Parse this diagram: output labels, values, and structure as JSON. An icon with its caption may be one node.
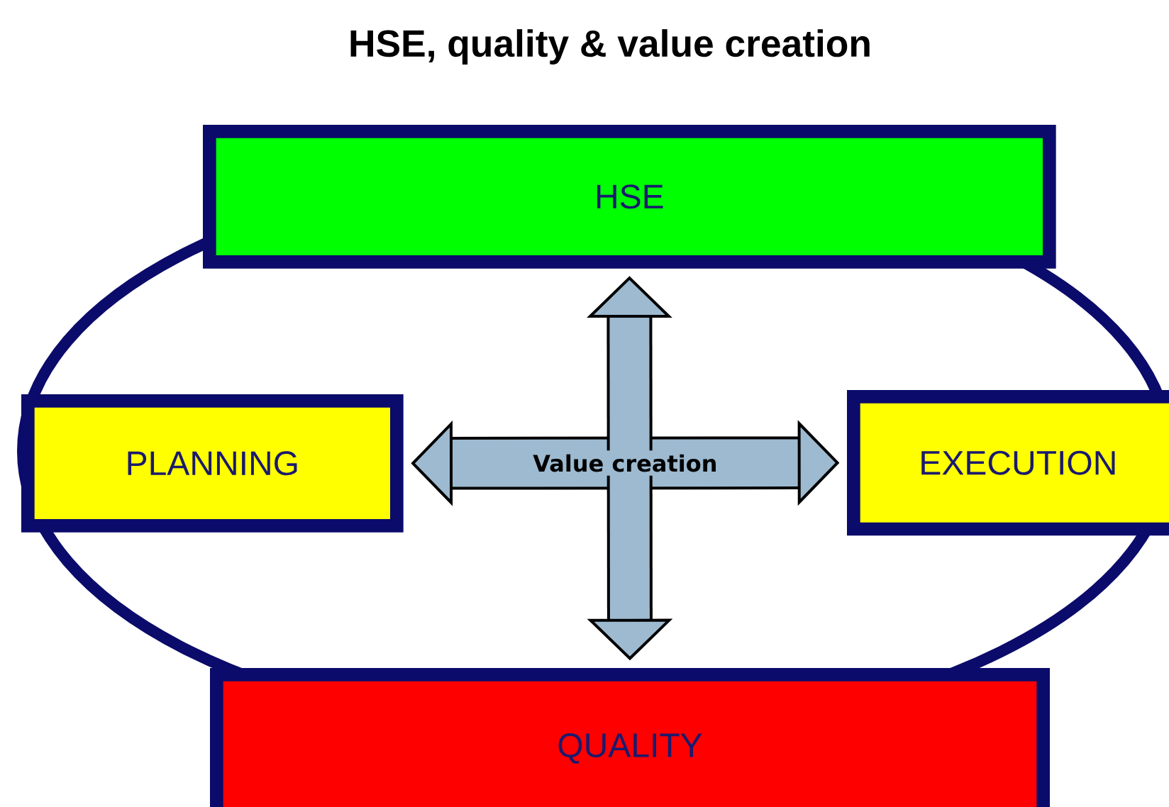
{
  "diagram": {
    "title": "HSE, quality & value creation",
    "nodes": [
      {
        "text": [
          "HSE"
        ]
      },
      {
        "text": [
          "PLANNING"
        ]
      },
      {
        "text": [
          "EXECUTION"
        ]
      },
      {
        "text": [
          "QUALITY"
        ]
      }
    ],
    "edges": [
      {
        "from": 1,
        "to": 2,
        "arrow": "both",
        "label": "Value creation"
      },
      {
        "from": 0,
        "to": 3,
        "arrow": "both"
      }
    ]
  }
}
